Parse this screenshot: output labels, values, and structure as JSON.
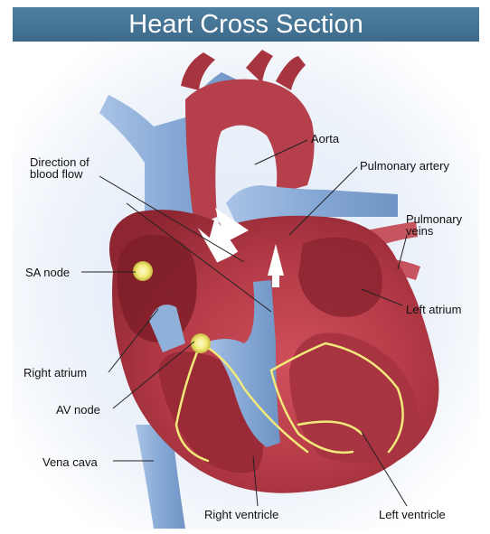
{
  "title": "Heart Cross Section",
  "labels": {
    "aorta": "Aorta",
    "direction_of_blood_flow": "Direction of\nblood flow",
    "pulmonary_artery": "Pulmonary artery",
    "pulmonary_veins": "Pulmonary\nveins",
    "sa_node": "SA node",
    "left_atrium": "Left atrium",
    "right_atrium": "Right atrium",
    "av_node": "AV node",
    "vena_cava": "Vena cava",
    "right_ventricle": "Right ventricle",
    "left_ventricle": "Left ventricle"
  },
  "colors": {
    "title_bar": "#3d6a8b",
    "vein_blue": "#8fb0d8",
    "heart_red": "#b13945",
    "chamber_dark": "#7e1e28",
    "node_yellow": "#f2ea7a"
  }
}
